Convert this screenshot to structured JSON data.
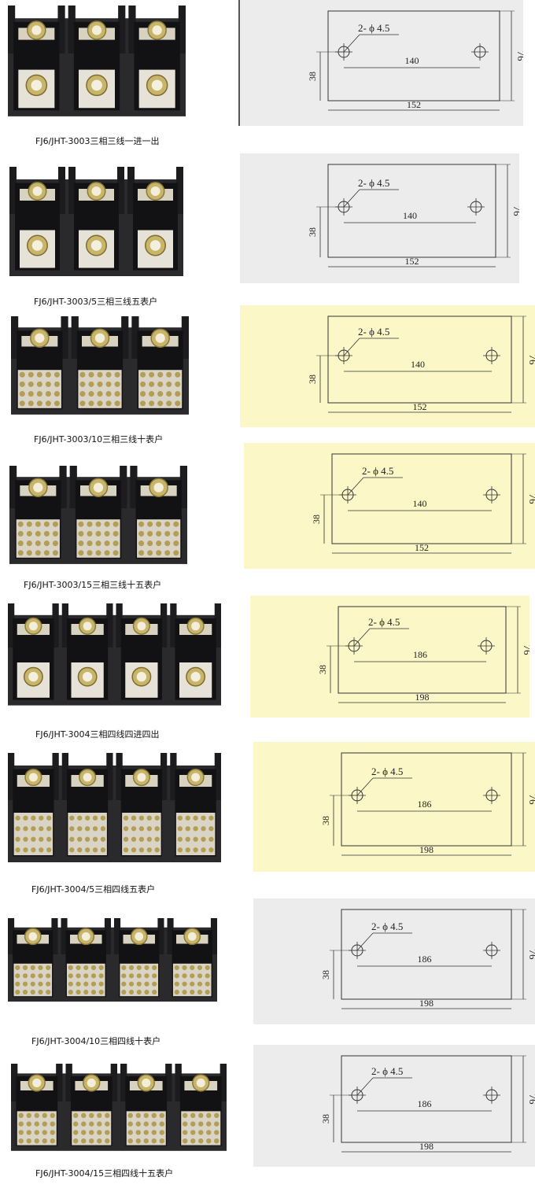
{
  "rows": [
    {
      "caption": "FJ6/JHT-3003三相三线一进一出",
      "hole": "2- ϕ 4.5",
      "spacing": "140",
      "width": "152",
      "height": "38",
      "total": "76",
      "bg": "#ececec",
      "poles": 3,
      "type": "bolt"
    },
    {
      "caption": "FJ6/JHT-3003/5三相三线五表户",
      "hole": "2- ϕ 4.5",
      "spacing": "140",
      "width": "152",
      "height": "38",
      "total": "76",
      "bg": "#ececec",
      "poles": 3,
      "type": "bolt"
    },
    {
      "caption": "FJ6/JHT-3003/10三相三线十表户",
      "hole": "2- ϕ 4.5",
      "spacing": "140",
      "width": "152",
      "height": "38",
      "total": "76",
      "bg": "#fbf7c7",
      "poles": 3,
      "type": "grid"
    },
    {
      "caption": "FJ6/JHT-3003/15三相三线十五表户",
      "hole": "2- ϕ 4.5",
      "spacing": "140",
      "width": "152",
      "height": "38",
      "total": "76",
      "bg": "#fbf7c7",
      "poles": 3,
      "type": "grid"
    },
    {
      "caption": "FJ6/JHT-3004三相四线四进四出",
      "hole": "2- ϕ 4.5",
      "spacing": "186",
      "width": "198",
      "height": "38",
      "total": "76",
      "bg": "#fbf7c7",
      "poles": 4,
      "type": "bolt"
    },
    {
      "caption": "FJ6/JHT-3004/5三相四线五表户",
      "hole": "2- ϕ 4.5",
      "spacing": "186",
      "width": "198",
      "height": "38",
      "total": "76",
      "bg": "#fbf7c7",
      "poles": 4,
      "type": "grid"
    },
    {
      "caption": "FJ6/JHT-3004/10三相四线十表户",
      "hole": "2- ϕ 4.5",
      "spacing": "186",
      "width": "198",
      "height": "38",
      "total": "76",
      "bg": "#ececec",
      "poles": 4,
      "type": "grid"
    },
    {
      "caption": "FJ6/JHT-3004/15三相四线十五表户",
      "hole": "2- ϕ 4.5",
      "spacing": "186",
      "width": "198",
      "height": "38",
      "total": "76",
      "bg": "#ececec",
      "poles": 4,
      "type": "grid"
    }
  ]
}
